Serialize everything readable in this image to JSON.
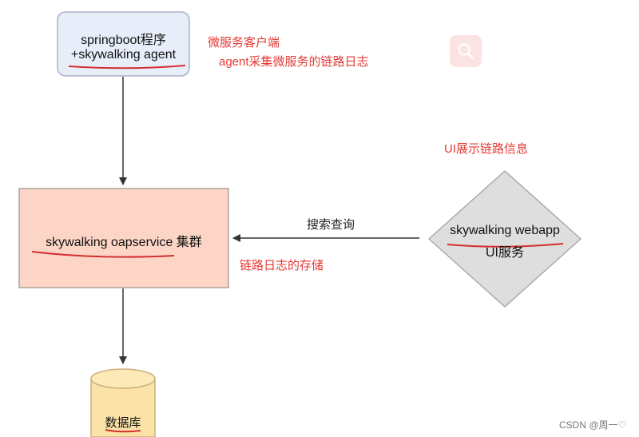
{
  "nodes": {
    "client": {
      "line1": "springboot程序",
      "line2": "+skywalking agent"
    },
    "server": {
      "label": "skywalking oapservice 集群"
    },
    "webapp": {
      "line1": "skywalking webapp",
      "line2": "UI服务"
    },
    "database": {
      "label": "数据库"
    }
  },
  "annotations": {
    "client_title": "微服务客户端",
    "client_desc": "agent采集微服务的链路日志",
    "ui_desc": "UI展示链路信息",
    "storage_desc": "链路日志的存储"
  },
  "edges": {
    "query_label": "搜索查询"
  },
  "watermark": "CSDN @周一♡",
  "icons": {
    "search": "search-icon"
  },
  "colors": {
    "annotation": "#e53935",
    "server_fill": "#fcd5c6",
    "webapp_fill": "#dedede",
    "database_fill": "#fbe3a7",
    "client_fill": "#e8eef9"
  }
}
